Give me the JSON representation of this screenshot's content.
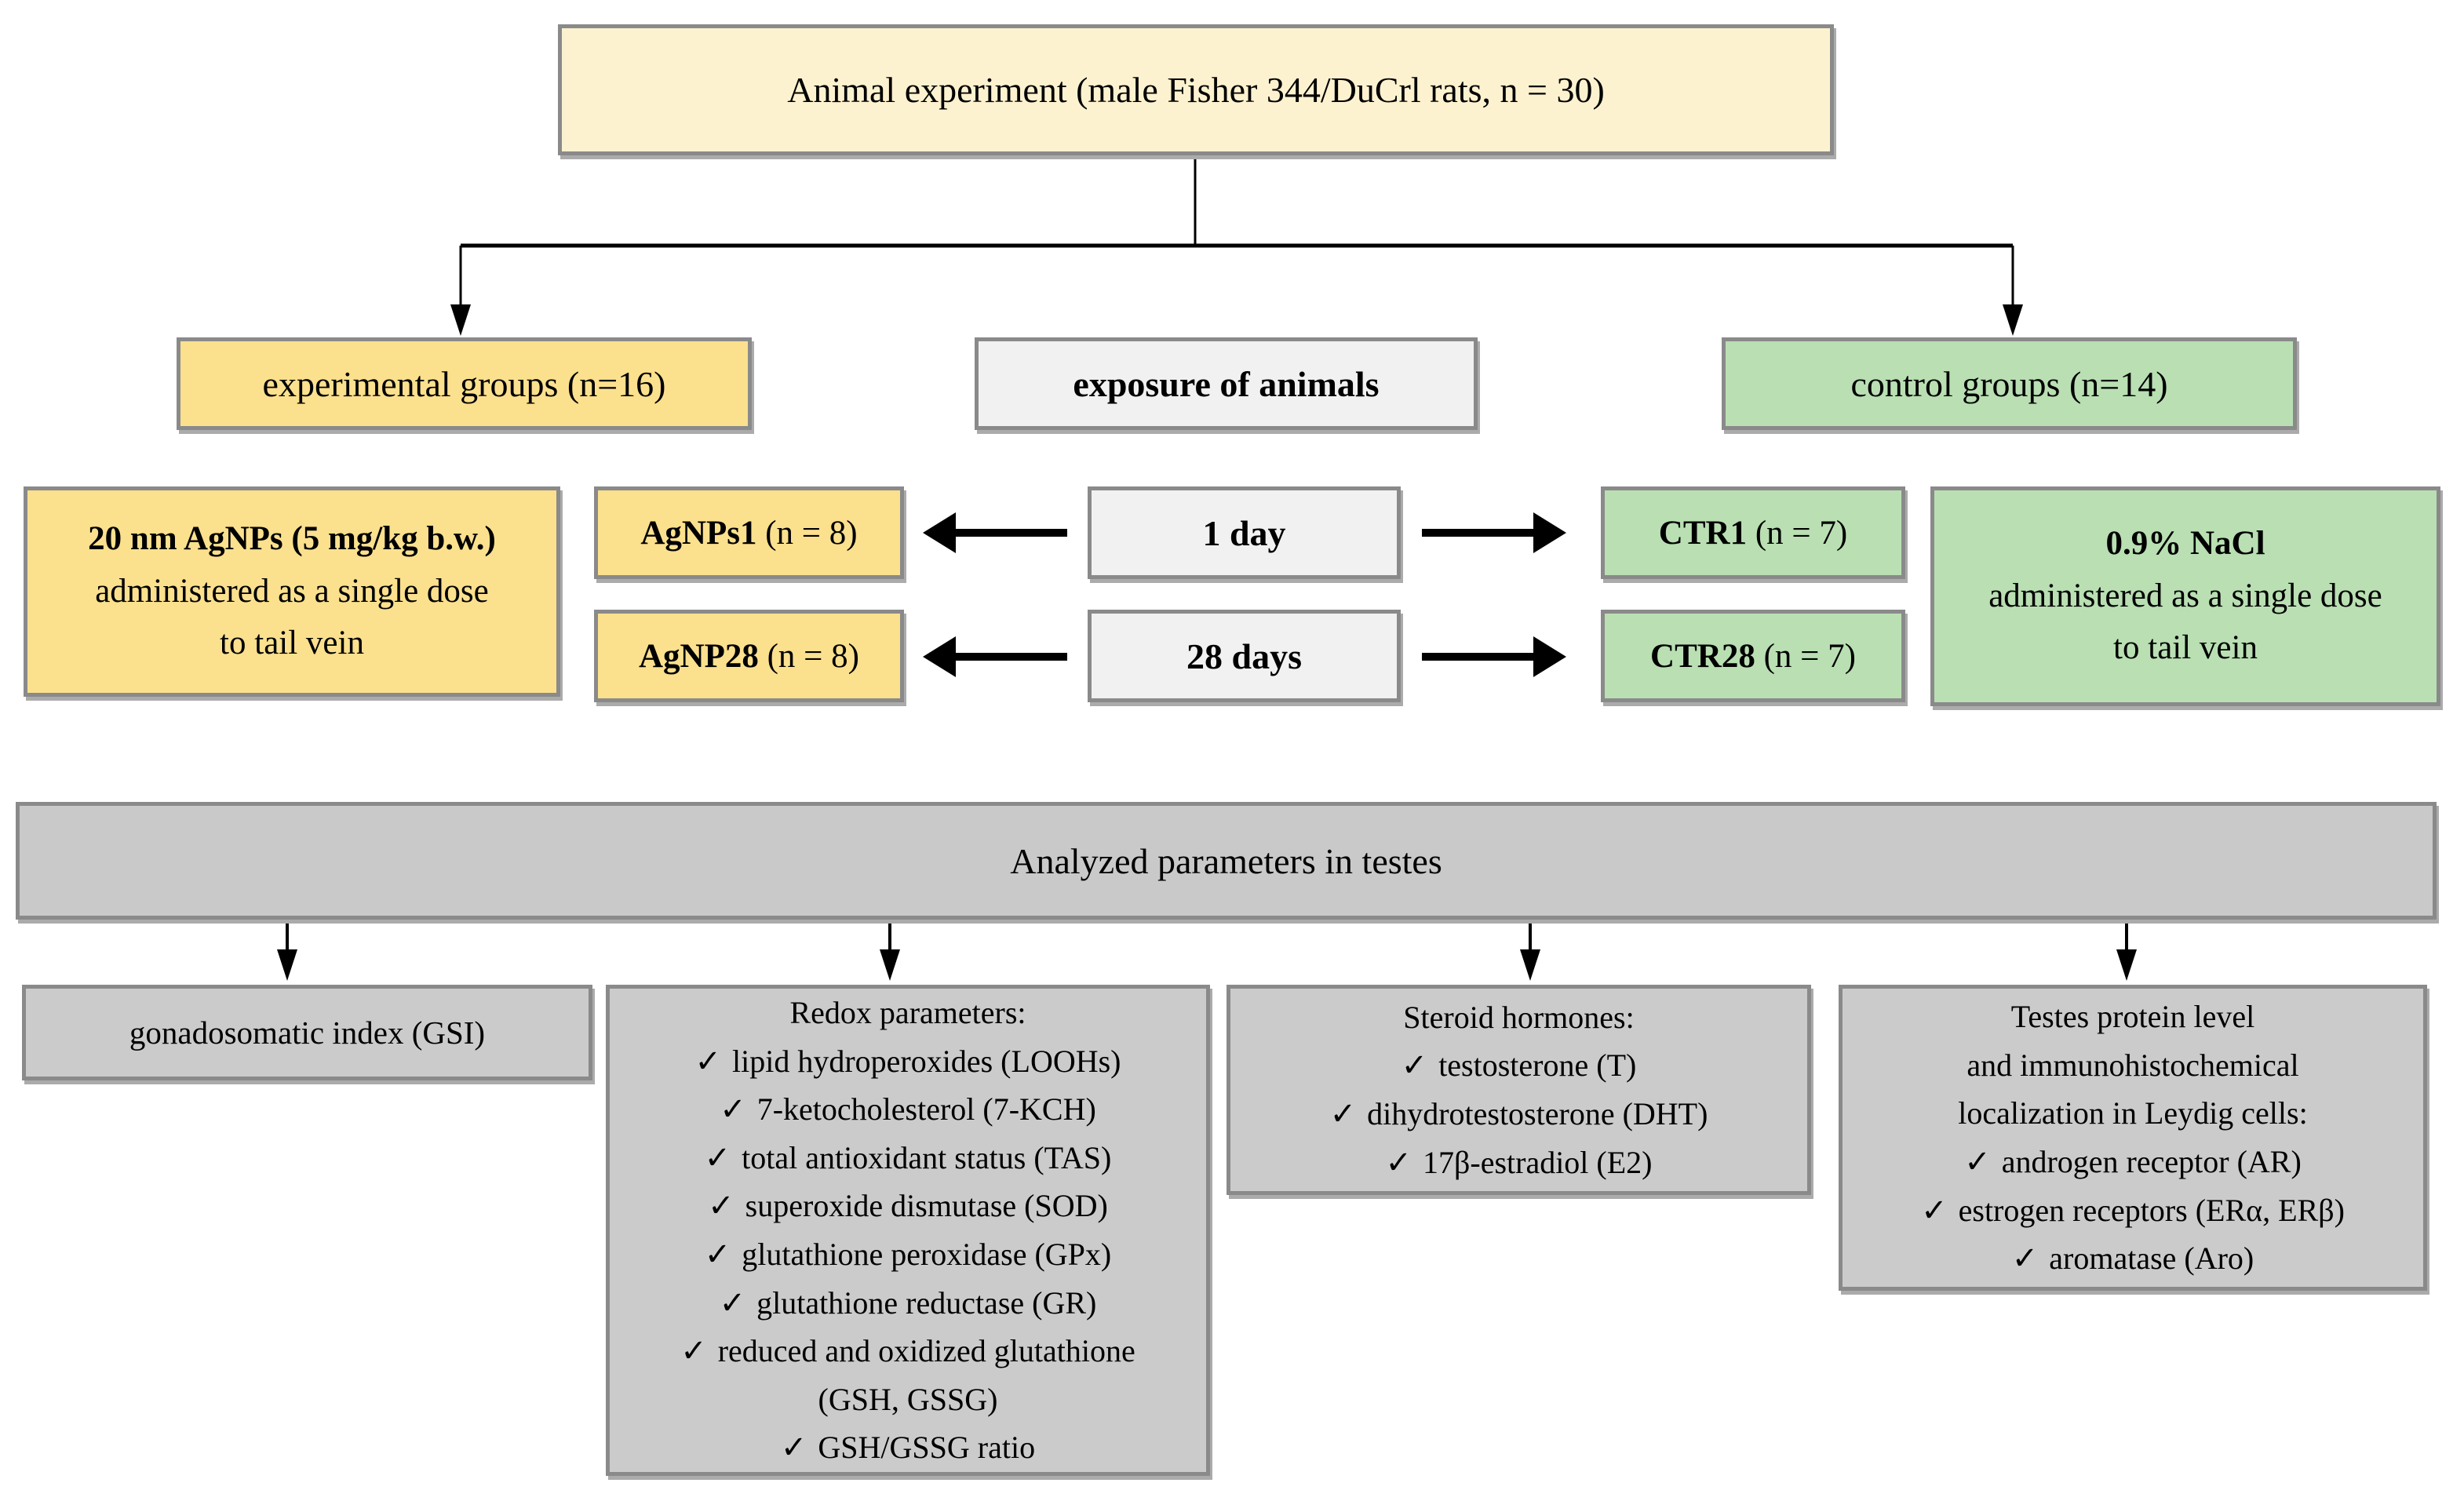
{
  "check_glyph": "✓",
  "colors": {
    "experimental_yellow": "#fbe08e",
    "control_green": "#b9dfb3",
    "neutral_gray": "#f1f1f1",
    "header_cream": "#fdf2cf",
    "parameter_gray": "#cbcbcb",
    "border_gray": "#8a8a8a",
    "arrow_black": "#000000"
  },
  "top_box": {
    "text": "Animal experiment (male Fisher 344/DuCrl rats, n = 30)"
  },
  "group_row": {
    "experimental": "experimental groups (n=16)",
    "exposure": "exposure of animals",
    "control": "control groups (n=14)"
  },
  "dose_box": {
    "line1": "20 nm AgNPs (5 mg/kg b.w.)",
    "line2": "administered as a single dose",
    "line3": "to tail vein"
  },
  "nacl_box": {
    "line1": "0.9% NaCl",
    "line2": "administered as a single dose",
    "line3": "to tail vein"
  },
  "timeline": [
    {
      "left_label": "AgNPs1",
      "left_n": " (n = 8)",
      "time": "1 day",
      "right_label": "CTR1",
      "right_n": " (n = 7)"
    },
    {
      "left_label": "AgNP28",
      "left_n": " (n = 8)",
      "time": "28 days",
      "right_label": "CTR28",
      "right_n": " (n = 7)"
    }
  ],
  "analyzed_bar": {
    "text": "Analyzed parameters in testes"
  },
  "param_boxes": {
    "gsi": {
      "text": "gonadosomatic index (GSI)"
    },
    "redox": {
      "title": "Redox parameters:",
      "items": [
        {
          "check": true,
          "text": "lipid hydroperoxides (LOOHs)"
        },
        {
          "check": true,
          "text": "7-ketocholesterol (7-KCH)"
        },
        {
          "check": true,
          "text": "total antioxidant status (TAS)"
        },
        {
          "check": true,
          "text": "superoxide dismutase (SOD)"
        },
        {
          "check": true,
          "text": "glutathione peroxidase (GPx)"
        },
        {
          "check": true,
          "text": "glutathione reductase (GR)"
        },
        {
          "check": true,
          "text": "reduced and oxidized glutathione"
        },
        {
          "check": false,
          "text": "(GSH, GSSG)"
        },
        {
          "check": true,
          "text": "GSH/GSSG ratio"
        }
      ]
    },
    "steroid": {
      "title": "Steroid hormones:",
      "items": [
        {
          "check": true,
          "text": "testosterone (T)"
        },
        {
          "check": true,
          "text": "dihydrotestosterone (DHT)"
        },
        {
          "check": true,
          "text": "17β-estradiol (E2)"
        }
      ]
    },
    "testes": {
      "title_lines": [
        "Testes protein level",
        "and immunohistochemical",
        "localization in Leydig cells:"
      ],
      "items": [
        {
          "check": true,
          "text": "androgen receptor (AR)"
        },
        {
          "check": true,
          "text": "estrogen receptors (ERα, ERβ)"
        },
        {
          "check": true,
          "text": "aromatase (Aro)"
        }
      ]
    }
  }
}
